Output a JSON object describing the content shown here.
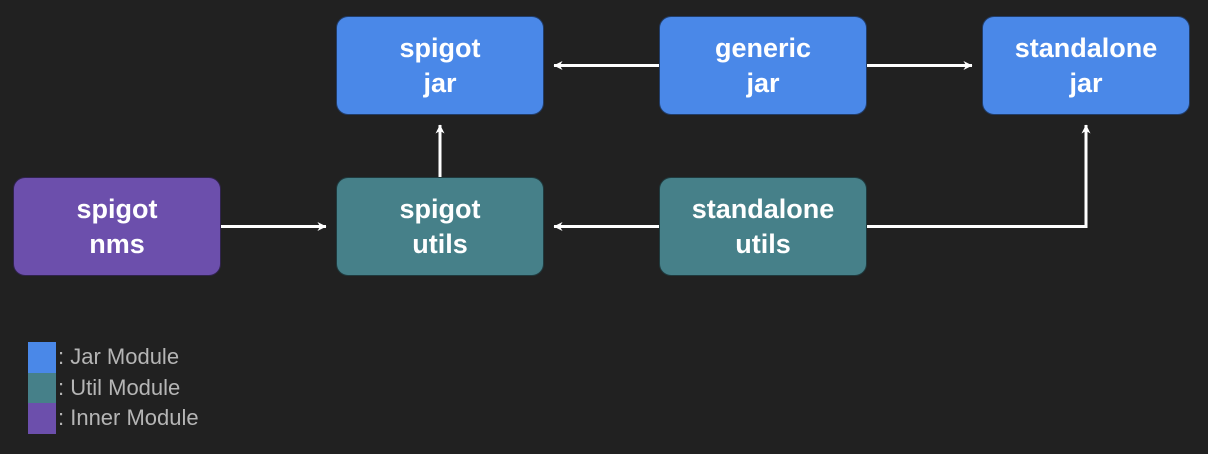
{
  "colors": {
    "background": "#212121",
    "jar": "#4a88e8",
    "util": "#468089",
    "inner": "#6c4fac",
    "edge": "#ffffff",
    "legend_text": "#b5b5b5"
  },
  "nodes": {
    "spigot_jar": {
      "line1": "spigot",
      "line2": "jar",
      "kind": "jar"
    },
    "generic_jar": {
      "line1": "generic",
      "line2": "jar",
      "kind": "jar"
    },
    "standalone_jar": {
      "line1": "standalone",
      "line2": "jar",
      "kind": "jar"
    },
    "spigot_nms": {
      "line1": "spigot",
      "line2": "nms",
      "kind": "inner"
    },
    "spigot_utils": {
      "line1": "spigot",
      "line2": "utils",
      "kind": "util"
    },
    "standalone_utils": {
      "line1": "standalone",
      "line2": "utils",
      "kind": "util"
    }
  },
  "edges": [
    {
      "from": "generic_jar",
      "to": "spigot_jar"
    },
    {
      "from": "generic_jar",
      "to": "standalone_jar"
    },
    {
      "from": "spigot_utils",
      "to": "spigot_jar"
    },
    {
      "from": "spigot_nms",
      "to": "spigot_utils"
    },
    {
      "from": "standalone_utils",
      "to": "spigot_utils"
    },
    {
      "from": "standalone_utils",
      "to": "standalone_jar"
    }
  ],
  "legend": [
    {
      "kind": "jar",
      "label": ": Jar Module"
    },
    {
      "kind": "util",
      "label": ": Util Module"
    },
    {
      "kind": "inner",
      "label": ": Inner Module"
    }
  ]
}
